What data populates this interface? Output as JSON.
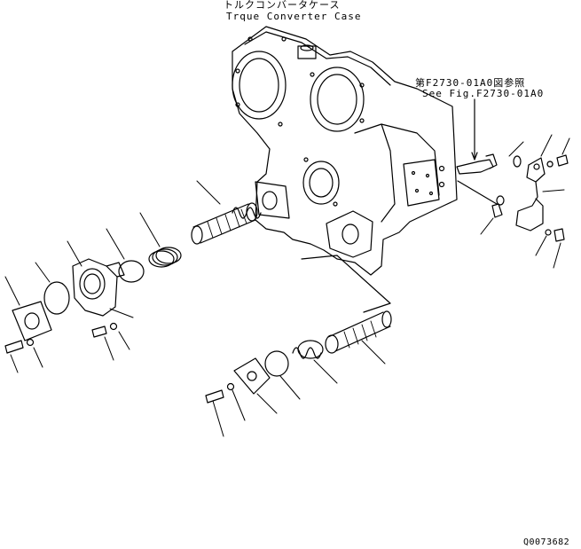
{
  "header": {
    "title_jp": "トルクコンバータケース",
    "title_en": "Trque Converter Case"
  },
  "reference": {
    "ref_jp": "第F2730-01A0図参照",
    "ref_en": "See Fig.F2730-01A0"
  },
  "footer": {
    "drawing_code": "Q0073682"
  },
  "colors": {
    "line": "#000000",
    "background": "#ffffff"
  }
}
